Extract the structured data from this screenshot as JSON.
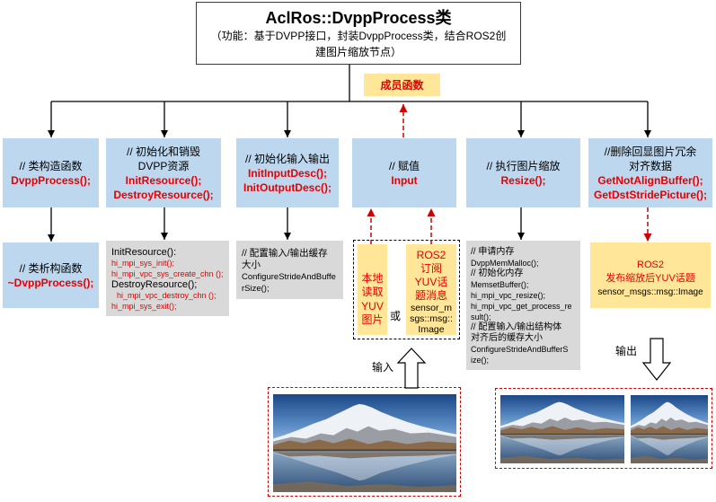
{
  "header": {
    "title": "AclRos::DvppProcess类",
    "subtitle": [
      "（功能：基于DVPP接口，封装DvppProcess类，结合ROS2创",
      "建图片缩放节点）"
    ]
  },
  "member_functions_label": "成员函数",
  "member_functions": [
    {
      "comment": [
        "// 类构造函数"
      ],
      "code": [
        "DvppProcess();"
      ]
    },
    {
      "comment": [
        "// 初始化和销毁",
        "DVPP资源"
      ],
      "code": [
        "InitResource();",
        "DestroyResource();"
      ]
    },
    {
      "comment": [
        "// 初始化输入输出"
      ],
      "code": [
        "InitInputDesc();",
        "InitOutputDesc();"
      ]
    },
    {
      "comment": [
        "// 赋值"
      ],
      "code": [
        "Input"
      ]
    },
    {
      "comment": [
        "// 执行图片缩放"
      ],
      "code": [
        "Resize();"
      ]
    },
    {
      "comment": [
        "//删除回显图片冗余",
        "对齐数据"
      ],
      "code": [
        "GetNotAlignBuffer();",
        "GetDstStridePicture();"
      ]
    }
  ],
  "destructor": {
    "comment": "// 类析构函数",
    "code": "~DvppProcess();"
  },
  "resource_details": [
    "InitResource():",
    "hi_mpi_sys_init();",
    "hi_mpi_vpc_sys_create_chn ();",
    "DestroyResource();",
    "hi_mpi_vpc_destroy_chn ();",
    "hi_mpi_sys_exit();"
  ],
  "desc_details": [
    "// 配置输入/输出缓存",
    "大小",
    "ConfigureStrideAndBuffe",
    "rSize();"
  ],
  "input_sources": {
    "local_file": [
      "本地",
      "读取",
      "YUV",
      "图片"
    ],
    "separator": "或",
    "ros2_subscribe": [
      "ROS2",
      "订阅",
      "YUV话",
      "题消息"
    ],
    "ros2_msg_type": [
      "sensor_m",
      "sgs::msg::",
      "Image"
    ]
  },
  "resize_details": [
    "// 申请内存",
    "DvppMemMalloc();",
    "// 初始化内存",
    "MemsetBuffer();",
    "hi_mpi_vpc_resize();",
    "hi_mpi_vpc_get_process_re",
    "sult();",
    "// 配置输入/输出结构体",
    "对齐后的缓存大小",
    "ConfigureStrideAndBufferS",
    "ize();"
  ],
  "ros2_publish": {
    "lines": [
      "ROS2",
      "发布缩放后YUV话题"
    ],
    "msg_type": "sensor_msgs::msg::Image"
  },
  "input_label": "输入",
  "output_label": "输出",
  "icons": {
    "input_arrow": "hollow-up-arrow",
    "output_arrow": "hollow-down-arrow"
  },
  "colors": {
    "function_box": "#bdd7ee",
    "detail_box": "#d9d9d9",
    "ros_box": "#ffe699",
    "code_text": "#e60000",
    "dashed_accent": "#d00000"
  }
}
